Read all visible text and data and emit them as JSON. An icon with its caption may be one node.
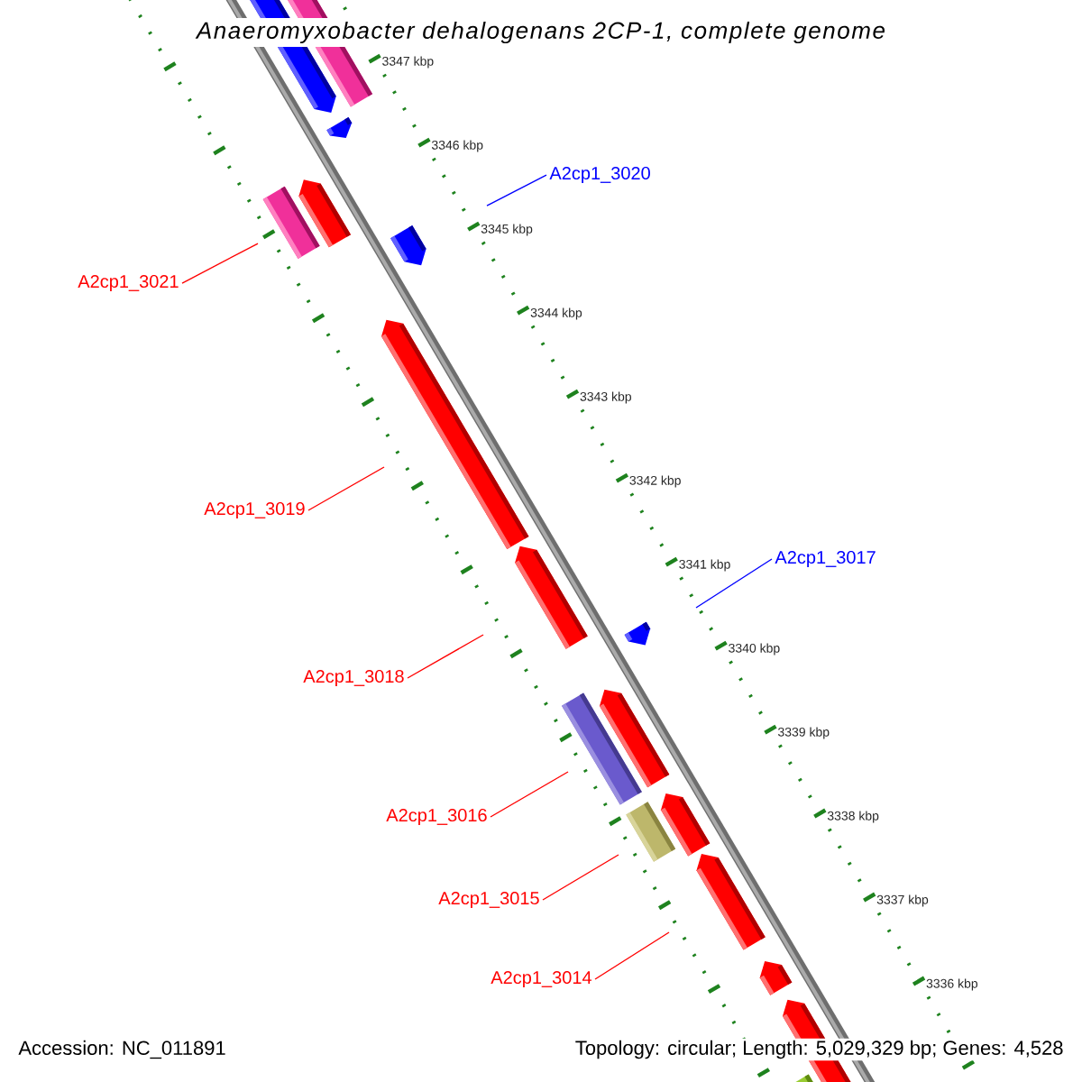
{
  "diagram": {
    "title": "Anaeromyxobacter dehalogenans 2CP-1, complete genome",
    "nodes": [
      {
        "text": [
          "A2cp1_3020"
        ]
      },
      {
        "text": [
          "A2cp1_3021"
        ]
      },
      {
        "text": [
          "A2cp1_3019"
        ]
      },
      {
        "text": [
          "A2cp1_3017"
        ]
      },
      {
        "text": [
          "A2cp1_3018"
        ]
      },
      {
        "text": [
          "A2cp1_3016"
        ]
      },
      {
        "text": [
          "A2cp1_3015"
        ]
      },
      {
        "text": [
          "A2cp1_3014"
        ]
      }
    ],
    "edges": [
      {
        "from": 0,
        "to": null,
        "arrow": "none",
        "color": "#0000ff"
      },
      {
        "from": 1,
        "to": null,
        "arrow": "none"
      },
      {
        "from": 2,
        "to": null,
        "arrow": "none"
      },
      {
        "from": 3,
        "to": null,
        "arrow": "none",
        "color": "#0000ff"
      },
      {
        "from": 4,
        "to": null,
        "arrow": "none"
      },
      {
        "from": 5,
        "to": null,
        "arrow": "none"
      },
      {
        "from": 6,
        "to": null,
        "arrow": "none"
      },
      {
        "from": 7,
        "to": null,
        "arrow": "none"
      }
    ],
    "labels": [
      "3347 kbp",
      "3346 kbp",
      "3345 kbp",
      "3344 kbp",
      "3343 kbp",
      "3342 kbp",
      "3341 kbp",
      "3340 kbp",
      "3339 kbp",
      "3338 kbp",
      "3337 kbp",
      "3336 kbp",
      "Accession: NC_011891",
      "Topology: circular; Length: 5,029,329 bp; Genes: 4,528"
    ]
  }
}
